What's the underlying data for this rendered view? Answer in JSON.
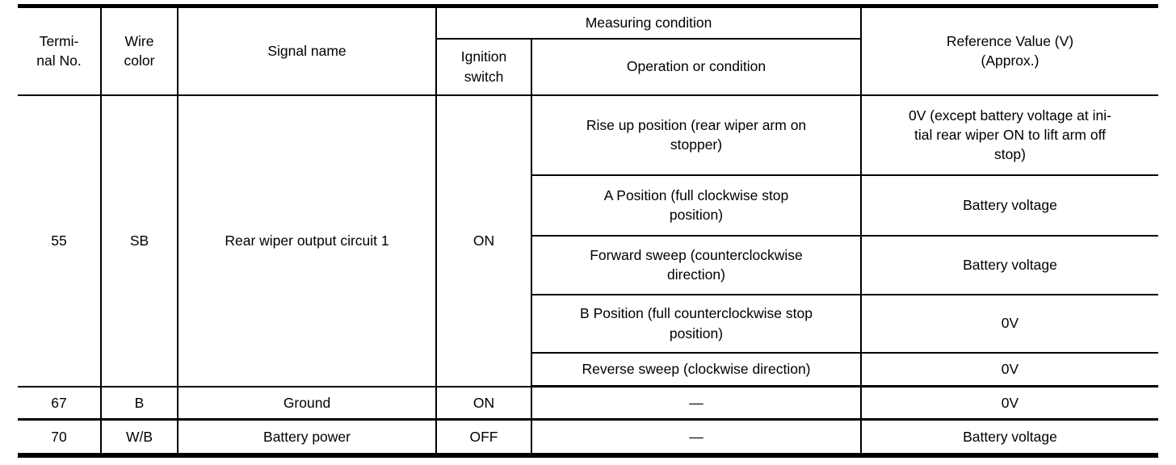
{
  "table": {
    "headers": {
      "terminal": "Termi-\nnal No.",
      "wire_color": "Wire\ncolor",
      "signal_name": "Signal name",
      "measuring_condition": "Measuring condition",
      "ignition_switch": "Ignition\nswitch",
      "operation": "Operation or condition",
      "reference": "Reference Value (V)\n(Approx.)"
    },
    "rows": [
      {
        "terminal": "55",
        "wire": "SB",
        "signal": "Rear wiper output circuit 1",
        "ignition": "ON",
        "conditions": [
          {
            "operation": "Rise up position (rear wiper arm on\nstopper)",
            "reference": "0V (except battery voltage at ini-\ntial rear wiper ON to lift arm off\nstop)"
          },
          {
            "operation": "A Position (full clockwise stop\nposition)",
            "reference": "Battery voltage"
          },
          {
            "operation": "Forward sweep (counterclockwise\ndirection)",
            "reference": "Battery voltage"
          },
          {
            "operation": "B Position (full counterclockwise stop\nposition)",
            "reference": "0V"
          },
          {
            "operation": "Reverse sweep (clockwise direction)",
            "reference": "0V"
          }
        ]
      },
      {
        "terminal": "67",
        "wire": "B",
        "signal": "Ground",
        "ignition": "ON",
        "conditions": [
          {
            "operation": "—",
            "reference": "0V"
          }
        ]
      },
      {
        "terminal": "70",
        "wire": "W/B",
        "signal": "Battery power",
        "ignition": "OFF",
        "conditions": [
          {
            "operation": "—",
            "reference": "Battery voltage"
          }
        ]
      }
    ]
  }
}
